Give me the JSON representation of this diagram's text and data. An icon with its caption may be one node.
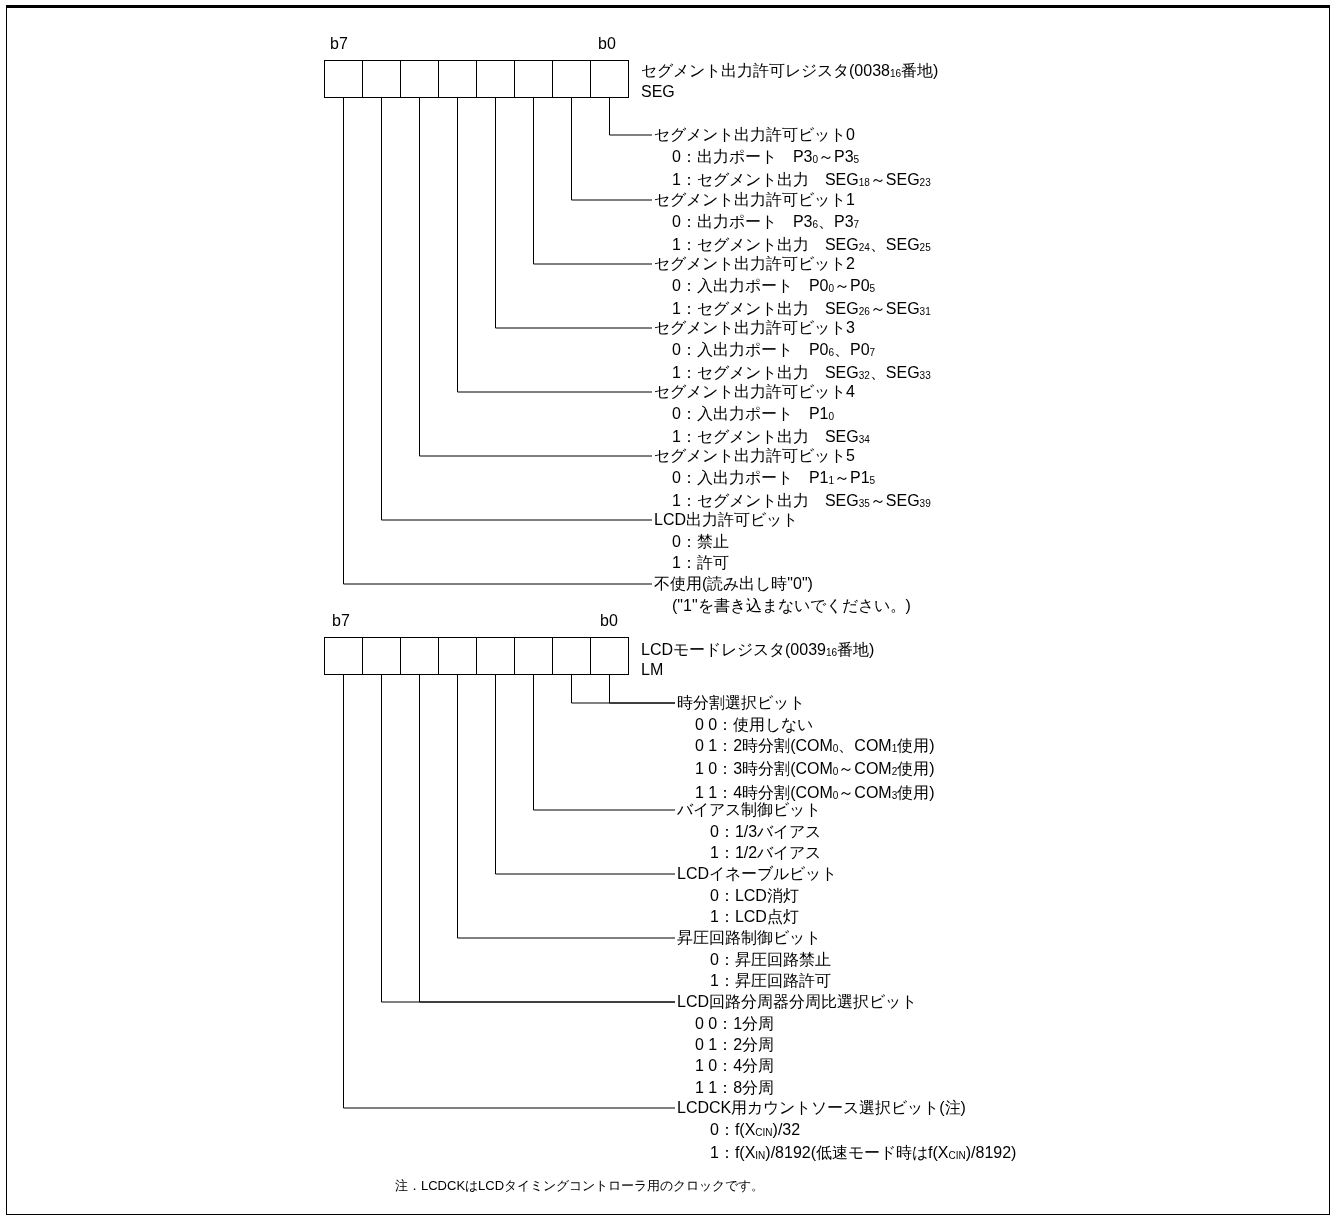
{
  "diagram": {
    "nodes": [
      {
        "text": [],
        "shape": "box"
      },
      {
        "text": [],
        "shape": "box"
      },
      {
        "text": [],
        "shape": "box"
      },
      {
        "text": [],
        "shape": "box"
      },
      {
        "text": [],
        "shape": "box"
      },
      {
        "text": [],
        "shape": "box"
      },
      {
        "text": [],
        "shape": "box"
      },
      {
        "text": [],
        "shape": "box"
      },
      {
        "text": [],
        "shape": "box"
      },
      {
        "text": [],
        "shape": "box"
      },
      {
        "text": [],
        "shape": "box"
      },
      {
        "text": [],
        "shape": "box"
      },
      {
        "text": [],
        "shape": "box"
      },
      {
        "text": [],
        "shape": "box"
      },
      {
        "text": [],
        "shape": "box"
      },
      {
        "text": [],
        "shape": "box"
      },
      {
        "text": [
          "セグメント出力許可ビット0",
          "0：出力ポート　P3$_{0}$～P3$_{5}$",
          "1：セグメント出力　SEG$_{18}$～SEG$_{23}$"
        ]
      },
      {
        "text": [
          "セグメント出力許可ビット1",
          "0：出力ポート　P3$_{6}$、P3$_{7}$",
          "1：セグメント出力　SEG$_{24}$、SEG$_{25}$"
        ]
      },
      {
        "text": [
          "セグメント出力許可ビット2",
          "0：入出力ポート　P0$_{0}$～P0$_{5}$",
          "1：セグメント出力　SEG$_{26}$～SEG$_{31}$"
        ]
      },
      {
        "text": [
          "セグメント出力許可ビット3",
          "0：入出力ポート　P0$_{6}$、P0$_{7}$",
          "1：セグメント出力　SEG$_{32}$、SEG$_{33}$"
        ]
      },
      {
        "text": [
          "セグメント出力許可ビット4",
          "0：入出力ポート　P1$_{0}$",
          "1：セグメント出力　SEG$_{34}$"
        ]
      },
      {
        "text": [
          "セグメント出力許可ビット5",
          "0：入出力ポート　P1$_{1}$～P1$_{5}$",
          "1：セグメント出力　SEG$_{35}$～SEG$_{39}$"
        ]
      },
      {
        "text": [
          "LCD出力許可ビット",
          "0：禁止",
          "1：許可"
        ]
      },
      {
        "text": [
          "不使用(読み出し時\"0\")",
          "(\"1\"を書き込まないでください。)"
        ]
      },
      {
        "text": [
          "時分割選択ビット",
          "0 0：使用しない",
          "0 1：2時分割(COM$_{0}$、COM$_{1}$使用)",
          "1 0：3時分割(COM$_{0}$～COM$_{2}$使用)",
          "1 1：4時分割(COM$_{0}$～COM$_{3}$使用)"
        ]
      },
      {
        "text": [
          "バイアス制御ビット",
          "0：1/3バイアス",
          "1：1/2バイアス"
        ]
      },
      {
        "text": [
          "LCDイネーブルビット",
          "0：LCD消灯",
          "1：LCD点灯"
        ]
      },
      {
        "text": [
          "昇圧回路制御ビット",
          "0：昇圧回路禁止",
          "1：昇圧回路許可"
        ]
      },
      {
        "text": [
          "LCD回路分周器分周比選択ビット",
          "0 0：1分周",
          "0 1：2分周",
          "1 0：4分周",
          "1 1：8分周"
        ]
      },
      {
        "text": [
          "LCDCK用カウントソース選択ビット(注)",
          "0：f(X$_{CIN}$)/32",
          "1：f(X$_{IN}$)/8192(低速モード時はf(X$_{CIN}$)/8192)"
        ]
      }
    ],
    "edges": [
      {
        "from": 7,
        "to": 16,
        "arrow": "none"
      },
      {
        "from": 6,
        "to": 17,
        "arrow": "none"
      },
      {
        "from": 5,
        "to": 18,
        "arrow": "none"
      },
      {
        "from": 4,
        "to": 19,
        "arrow": "none"
      },
      {
        "from": 3,
        "to": 20,
        "arrow": "none"
      },
      {
        "from": 2,
        "to": 21,
        "arrow": "none"
      },
      {
        "from": 1,
        "to": 22,
        "arrow": "none"
      },
      {
        "from": 0,
        "to": 23,
        "arrow": "none"
      },
      {
        "from": 14,
        "to": 24,
        "arrow": "none"
      },
      {
        "from": 15,
        "to": 24,
        "arrow": "none"
      },
      {
        "from": 13,
        "to": 25,
        "arrow": "none"
      },
      {
        "from": 12,
        "to": 26,
        "arrow": "none"
      },
      {
        "from": 11,
        "to": 27,
        "arrow": "none"
      },
      {
        "from": 9,
        "to": 28,
        "arrow": "none"
      },
      {
        "from": 10,
        "to": 28,
        "arrow": "none"
      },
      {
        "from": 8,
        "to": 29,
        "arrow": "none"
      }
    ],
    "labels": [
      "b7",
      "b0",
      "セグメント出力許可レジスタ(0038$_{16}$番地)",
      "SEG",
      "b7",
      "b0",
      "LCDモードレジスタ(0039$_{16}$番地)",
      "LM",
      "注．LCDCKはLCDタイミングコントローラ用のクロックです。"
    ]
  }
}
